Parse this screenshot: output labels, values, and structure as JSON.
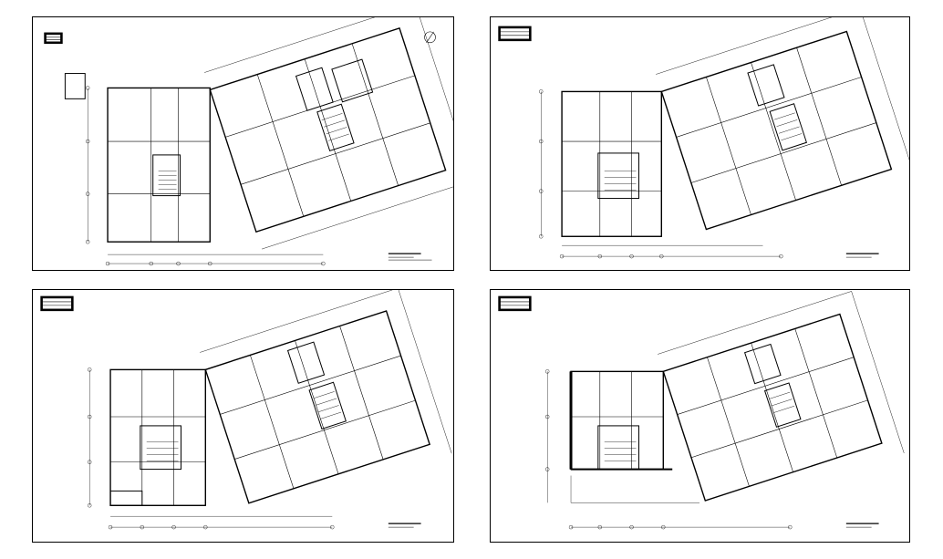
{
  "sheets": [
    {
      "id": "sheet-1",
      "variant": "a",
      "north_arrow": true
    },
    {
      "id": "sheet-2",
      "variant": "b",
      "north_arrow": false
    },
    {
      "id": "sheet-3",
      "variant": "c",
      "north_arrow": false
    },
    {
      "id": "sheet-4",
      "variant": "d",
      "north_arrow": false
    }
  ],
  "colors": {
    "line": "#000000",
    "background": "#ffffff"
  }
}
